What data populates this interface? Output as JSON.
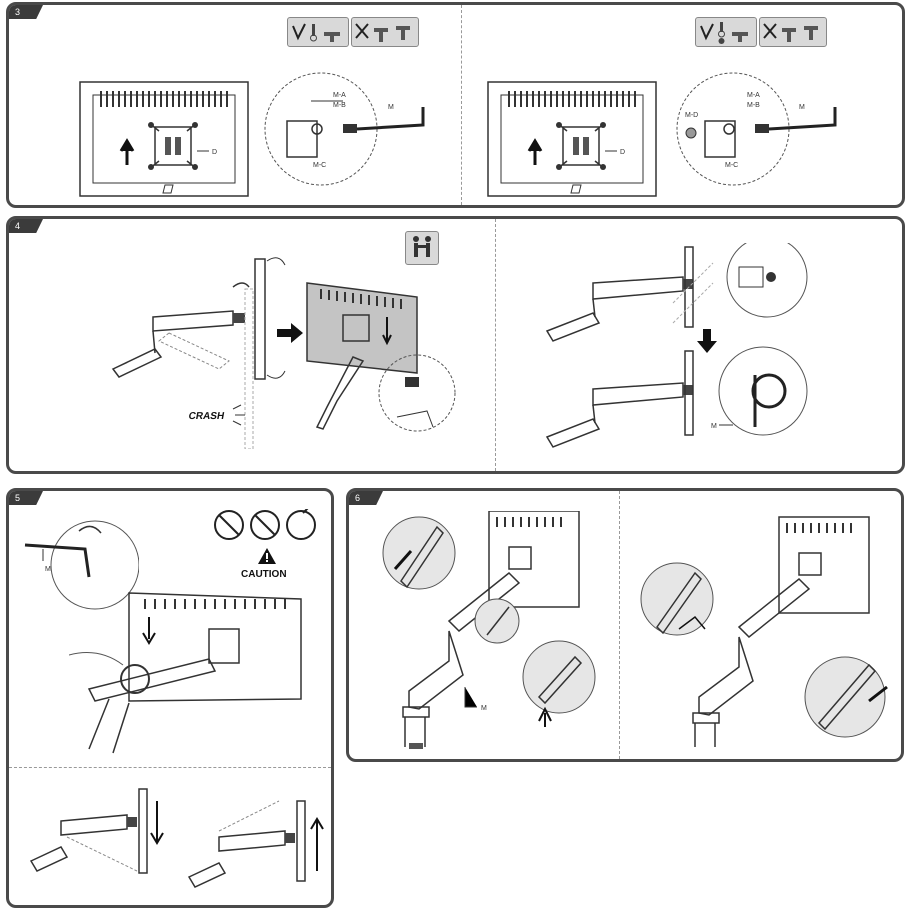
{
  "steps": {
    "s3": {
      "number": "3",
      "left": {
        "labels": [
          "M-A",
          "M-B",
          "M",
          "D",
          "M-C"
        ]
      },
      "right": {
        "labels": [
          "M-A",
          "M-B",
          "M",
          "M-D",
          "D",
          "M-C"
        ]
      }
    },
    "s4": {
      "number": "4",
      "crash_text": "CRASH",
      "label_m": "M"
    },
    "s5": {
      "number": "5",
      "label_m": "M",
      "caution": "CAUTION"
    },
    "s6": {
      "number": "6",
      "label_m": "M"
    }
  },
  "icons": {
    "ok": "checkmark-icon",
    "no": "cross-icon",
    "two_person": "two-person-lift-icon",
    "warning": "warning-triangle-icon",
    "prohibited": "prohibited-icon",
    "arrow": "arrow-icon"
  },
  "colors": {
    "frame": "#4a4a4a",
    "tab": "#3b3b3b",
    "line": "#333333",
    "gray_fill": "#bdbdbd",
    "dash": "#999999"
  }
}
